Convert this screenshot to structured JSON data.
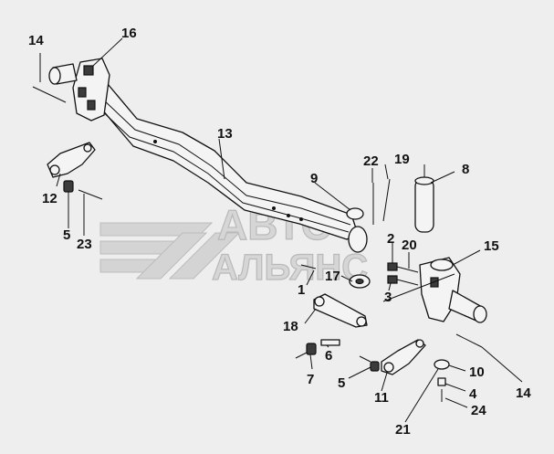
{
  "watermark": {
    "line1": "АВТО",
    "line2": "АЛЬЯНС"
  },
  "callouts": [
    "14",
    "16",
    "13",
    "12",
    "5",
    "23",
    "22",
    "19",
    "8",
    "9",
    "2",
    "20",
    "15",
    "1",
    "17",
    "3",
    "18",
    "7",
    "6",
    "5",
    "11",
    "10",
    "4",
    "24",
    "21",
    "14"
  ]
}
